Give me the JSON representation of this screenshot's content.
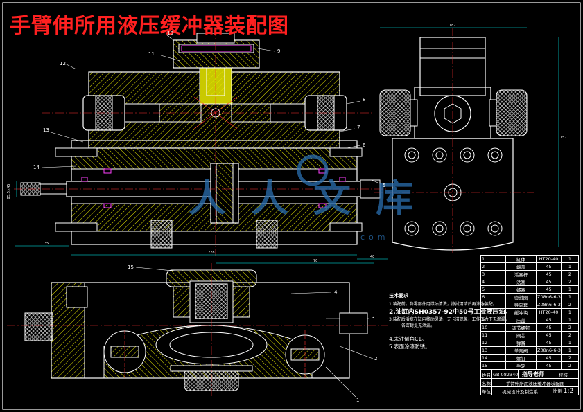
{
  "title": "手臂伸所用液压缓冲器装配图",
  "part_labels": [
    "1",
    "2",
    "3",
    "4",
    "5",
    "6",
    "7",
    "8",
    "9",
    "10",
    "11",
    "12",
    "13",
    "14",
    "15"
  ],
  "dims": {
    "top_width": "182",
    "right_height": "157",
    "main_length": "228",
    "seg_a": "70",
    "seg_b": "40",
    "left_a": "35",
    "left_b": "Φ5.5×45"
  },
  "watermark": {
    "brand": "人人文库",
    "domain": "com"
  },
  "tech_requirements": {
    "heading": "技术要求",
    "items": [
      "1.装配前，各零部件用煤油清洗，擦拭清洁后再涂油装配。",
      "2.油缸内SH0357-92中50号工业液压油。",
      "3.装配后活塞在缸内移动灵活，无卡滞现象，工作压力下无渗漏。",
      "各密封处无泄漏。",
      "4.未注倒角C1。",
      "5.表面涂漆防锈。"
    ]
  },
  "parts_table": {
    "rows": [
      [
        "1",
        "缸体",
        "HT20-40",
        "1"
      ],
      [
        "2",
        "端盖",
        "45",
        "1"
      ],
      [
        "3",
        "活塞杆",
        "45",
        "2"
      ],
      [
        "4",
        "活塞",
        "45",
        "2"
      ],
      [
        "5",
        "螺塞",
        "45",
        "1"
      ],
      [
        "6",
        "密封圈",
        "Z08n6-6-3",
        "1"
      ],
      [
        "7",
        "导向套",
        "Z08n6-6-3",
        "2"
      ],
      [
        "8",
        "缓冲块",
        "HT20-40",
        "1"
      ],
      [
        "9",
        "压盖",
        "45",
        "1"
      ],
      [
        "10",
        "调节螺钉",
        "45",
        "2"
      ],
      [
        "11",
        "阀芯",
        "45",
        "2"
      ],
      [
        "12",
        "弹簧",
        "45",
        "1"
      ],
      [
        "13",
        "单向阀",
        "Z08n6-6-3",
        "1"
      ],
      [
        "14",
        "螺钉",
        "45",
        "2"
      ],
      [
        "15",
        "手轮",
        "45",
        "2"
      ]
    ],
    "footer": {
      "name_label": "姓名",
      "name_value": "GB 0823405",
      "advisor_label": "指导老师",
      "check_label": "校核",
      "drawing_label": "名称",
      "drawing_name": "手臂伸所用液压缓冲器装配图",
      "unit_label": "单位",
      "unit_value": "机械设计及制造系",
      "scale_label": "比例",
      "scale_value": "1:2"
    }
  },
  "colors": {
    "background": "#000000",
    "outline": "#ffffff",
    "title": "#ff2020",
    "hatch": "#e6e600",
    "center": "#ff3030",
    "seal": "#ff40ff",
    "dim": "#00ffff",
    "watermark": "#2a6fb0"
  }
}
